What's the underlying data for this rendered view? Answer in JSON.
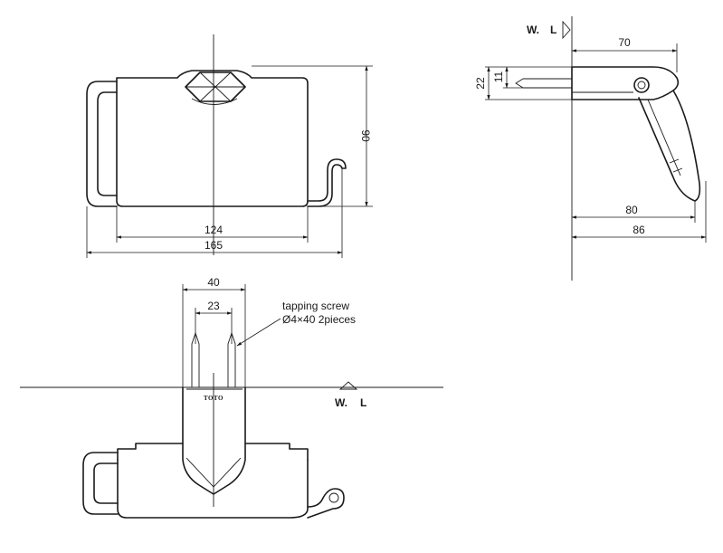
{
  "front_view": {
    "dim_height": "90",
    "dim_inner_width": "124",
    "dim_overall_width": "165"
  },
  "side_view": {
    "wall_line_label_w": "W.",
    "wall_line_label_l": "L",
    "dim_depth_top": "70",
    "dim_22": "22",
    "dim_11": "11",
    "dim_depth_80": "80",
    "dim_depth_86": "86"
  },
  "top_view": {
    "dim_40": "40",
    "dim_23": "23",
    "screw_note_line1": "tapping screw",
    "screw_note_line2": "Ø4×40 2pieces",
    "wall_line_label_w": "W.",
    "wall_line_label_l": "L",
    "logo_text": "TOTO"
  }
}
